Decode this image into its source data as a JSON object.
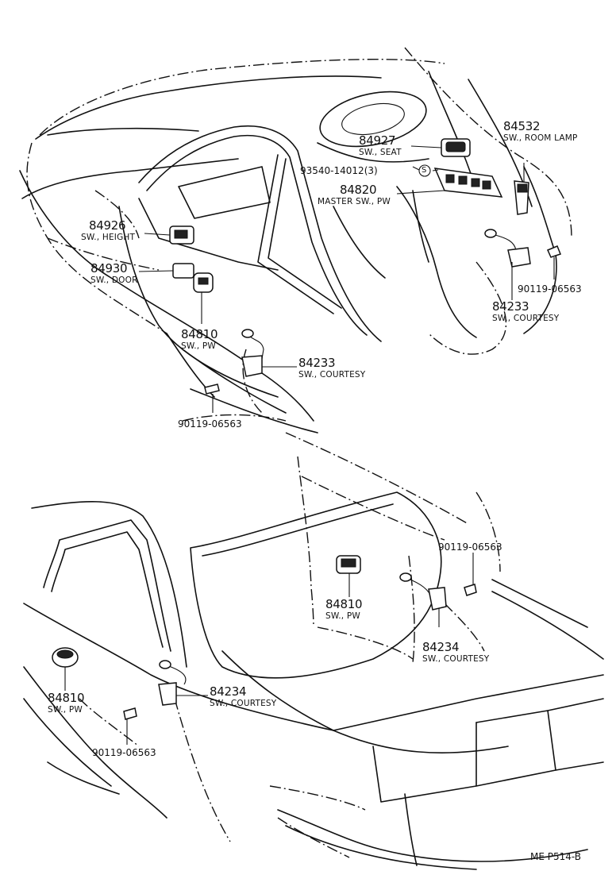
{
  "callouts": [
    {
      "id": "seat",
      "number": "84927",
      "name": "SW., SEAT"
    },
    {
      "id": "room-lamp",
      "number": "84532",
      "name": "SW., ROOM LAMP"
    },
    {
      "id": "master",
      "number": "84820",
      "name": "MASTER SW., PW"
    },
    {
      "id": "height",
      "number": "84926",
      "name": "SW., HEIGHT"
    },
    {
      "id": "door",
      "number": "84930",
      "name": "SW., DOOR"
    },
    {
      "id": "pw-front",
      "number": "84810",
      "name": "SW., PW"
    },
    {
      "id": "courtesy-front",
      "number": "84233",
      "name": "SW., COURTESY"
    },
    {
      "id": "courtesy-right",
      "number": "84233",
      "name": "SW., COURTESY"
    },
    {
      "id": "pw-rear-center",
      "number": "84810",
      "name": "SW., PW"
    },
    {
      "id": "courtesy-rear-right",
      "number": "84234",
      "name": "SW., COURTESY"
    },
    {
      "id": "pw-rear-left",
      "number": "84810",
      "name": "SW., PW"
    },
    {
      "id": "courtesy-rear-left",
      "number": "84234",
      "name": "SW., COURTESY"
    }
  ],
  "screw_code": "93540-14012",
  "screw_qty": "(3)",
  "s_mark": "S",
  "bolt_labels": [
    "90119-06563",
    "90119-06563",
    "90119-06563",
    "90119-06563"
  ],
  "page_code": "ME   P514-B"
}
